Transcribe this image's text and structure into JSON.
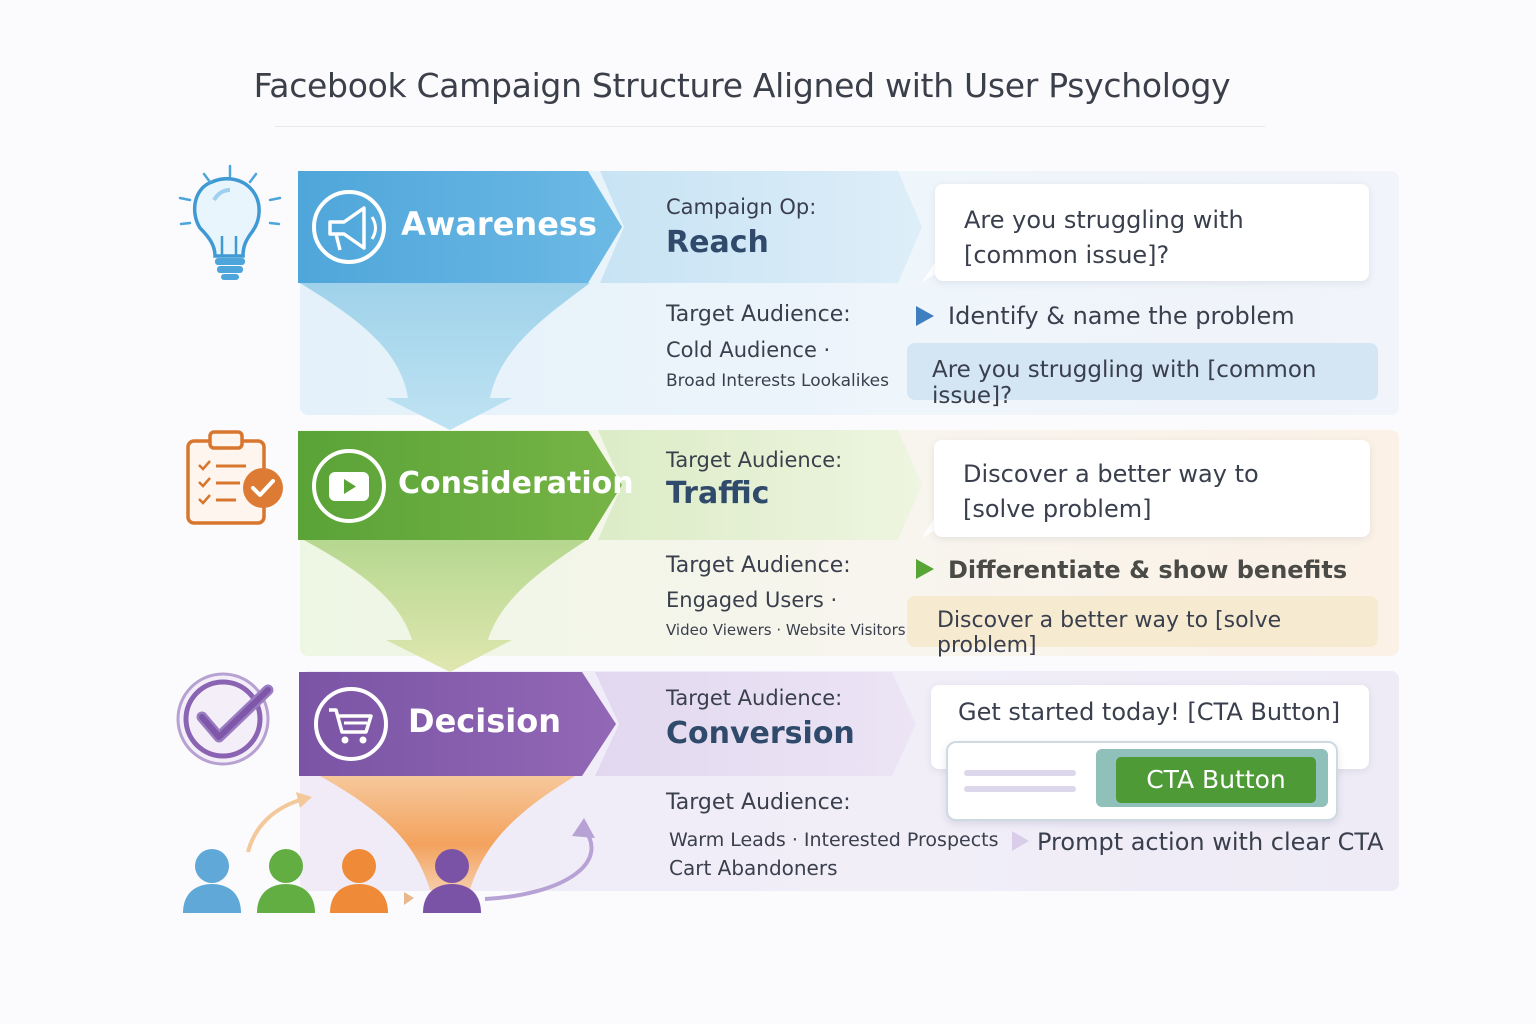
{
  "title": "Facebook Campaign Structure Aligned with User Psychology",
  "colors": {
    "awareness": "#4da6dc",
    "consideration": "#62a83a",
    "decision": "#7f58a8",
    "cta_button": "#4d9a37"
  },
  "stages": [
    {
      "name": "Awareness",
      "stage_icon": "megaphone-icon",
      "side_icon": "lightbulb-icon",
      "op_caption": "Campaign Op:",
      "op_value": "Reach",
      "card_line1": "Are you struggling with",
      "card_line2": "[common issue]?",
      "target_heading": "Target Audience:",
      "target_line1": "Cold Audience ·",
      "target_line2": "Broad Interests Lookalikes",
      "arrow_label": "Identify & name the problem",
      "strip": "Are you struggling with [common issue]?"
    },
    {
      "name": "Consideration",
      "stage_icon": "play-video-icon",
      "side_icon": "clipboard-checklist-icon",
      "op_caption": "Target Audience:",
      "op_value": "Traffic",
      "card_line1": "Discover a better way to",
      "card_line2": "[solve problem]",
      "target_heading": "Target Audience:",
      "target_line1": "Engaged Users ·",
      "target_line2": "Video Viewers · Website Visitors",
      "arrow_label": "Differentiate & show benefits",
      "strip": "Discover a better way to [solve problem]"
    },
    {
      "name": "Decision",
      "stage_icon": "shopping-cart-icon",
      "side_icon": "checkmark-circle-icon",
      "op_caption": "Target Audience:",
      "op_value": "Conversion",
      "card_line1": "Get started today! [CTA Button]",
      "cta_label": "CTA Button",
      "target_heading": "Target Audience:",
      "target_line1": "Warm Leads · Interested Prospects",
      "target_line2": "Cart Abandoners",
      "arrow_label": "Prompt action with clear CTA"
    }
  ],
  "people_icons": [
    "person-blue-icon",
    "person-green-icon",
    "person-orange-icon",
    "person-purple-icon"
  ]
}
